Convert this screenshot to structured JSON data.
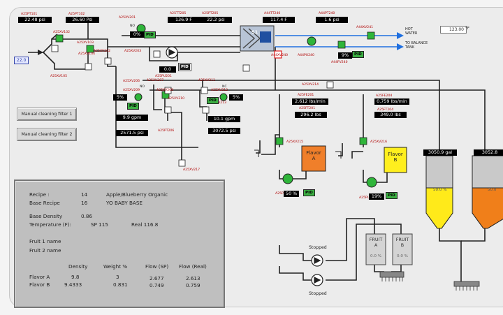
{
  "tags": {
    "pt_101": "A25PT101",
    "pt_102": "A25PT102",
    "xv_102": "A25XV102",
    "xv_103": "A25XV103",
    "xv_104": "A25XV104",
    "xv_105": "A25XV105",
    "tt_205": "A25TT205",
    "pt_205": "A25PT205",
    "xv_201": "A25XV201",
    "xv_202": "A25XV202",
    "pu_201": "A25PU201",
    "xv_203": "A25XV203",
    "tt_240": "A44TT240",
    "pt_240": "A44PT240",
    "xv_240": "A44XV240",
    "pu_240": "A44PU240",
    "xv_241": "A44XV241",
    "fv_240": "A44FV240",
    "xv_206": "A25XV206",
    "xv_207": "A25XV207",
    "xv_208": "A25XV208",
    "xv_209": "A25XV209",
    "xv_210": "A25XV210",
    "xv_211": "A25XV211",
    "xv_212": "A25XV212",
    "xv_213": "A25XV213",
    "xv_214": "A25XV214",
    "fe_201": "A25FE201",
    "ft_201": "A25FT201",
    "fe_204": "A25FE204",
    "ft_204": "A25FT204",
    "xv_215": "A25XV215",
    "xv_216": "A25XV216",
    "pu_202": "A25PU202",
    "pu_203": "A25PU203",
    "pt_206": "A25PT206",
    "xv_217": "A25XV217"
  },
  "displays": {
    "pt_101": "22.48 psi",
    "pt_102": "26.60 Psi",
    "inlet": "22.0",
    "tt_205": "136.9 F",
    "pt_205": "22.2 psi",
    "tt_240": "117.4 F",
    "pt_240": "1.6 psi",
    "v_203": "0%",
    "pid_main": "0.0",
    "pid_hot": "9%",
    "hot_setpoint": "123.00",
    "v_209": "5%",
    "v_212": "5%",
    "gpm_a": "9.9 gpm",
    "psi_a": "2571.5 psi",
    "gpm_b": "10.1 gpm",
    "psi_b": "3072.5 psi",
    "fe_201": "2.612 lbs/min",
    "ft_201": "296.2 lbs",
    "fe_204": "0.759 lbs/min",
    "ft_204": "349.0 lbs",
    "pump_a": "50 %",
    "pump_b": "19%",
    "silo_1": "3050.9 gal",
    "silo_2": "3052.8",
    "silo_1_level": "50.0 %",
    "silo_2_level": "50.0",
    "fruit_a_level": "0.0 %",
    "fruit_b_level": "0.0 %"
  },
  "labels": {
    "hot_water": "HOT\nWATER",
    "to_balance": "TO BALANCE\nTANK",
    "deg_f": "°F",
    "heat_exchanger": "S1",
    "no": "NO",
    "nc": "NC",
    "pid": "PID",
    "flavor_a": "Flavor\nA",
    "flavor_b": "Flavor\nB",
    "fruit_a": "FRUIT\nA",
    "fruit_b": "FRUIT\nB",
    "stopped_1": "Stopped",
    "stopped_2": "Stopped"
  },
  "buttons": {
    "cleaning_1": "Manual cleaning filter 1",
    "cleaning_2": "Manual cleaning filter 2"
  },
  "recipe": {
    "recipe_label": "Recipe :",
    "recipe_num": "14",
    "recipe_name": "Apple/Blueberry Organic",
    "base_label": "Base  Recipe",
    "base_num": "16",
    "base_name": "YO BABY BASE",
    "density_label": "Base Density",
    "density_val": "0.86",
    "temp_label": "Temperature (F):",
    "temp_sp": "SP 115",
    "temp_real": "Real  116.8",
    "fruit1": "Fruit 1 name",
    "fruit2": "Fruit 2 name",
    "headers": [
      "Density",
      "Weight %",
      "Flow (SP)",
      "Flow (Real)"
    ],
    "rows": [
      {
        "name": "Flavor A",
        "density": "9.8",
        "weight": "3",
        "flow_sp": "2.677",
        "flow_real": "2.613"
      },
      {
        "name": "Flavor B",
        "density": "9.4333",
        "weight": "0.831",
        "flow_sp": "0.749",
        "flow_real": "0.759"
      }
    ]
  },
  "colors": {
    "flavor_a": "#f07f2a",
    "flavor_b": "#ffef1e",
    "silo_yellow": "#ffea1a",
    "silo_orange": "#f07f1a",
    "water_blue": "#1f6fe0",
    "valve_green": "#2fb53a"
  }
}
